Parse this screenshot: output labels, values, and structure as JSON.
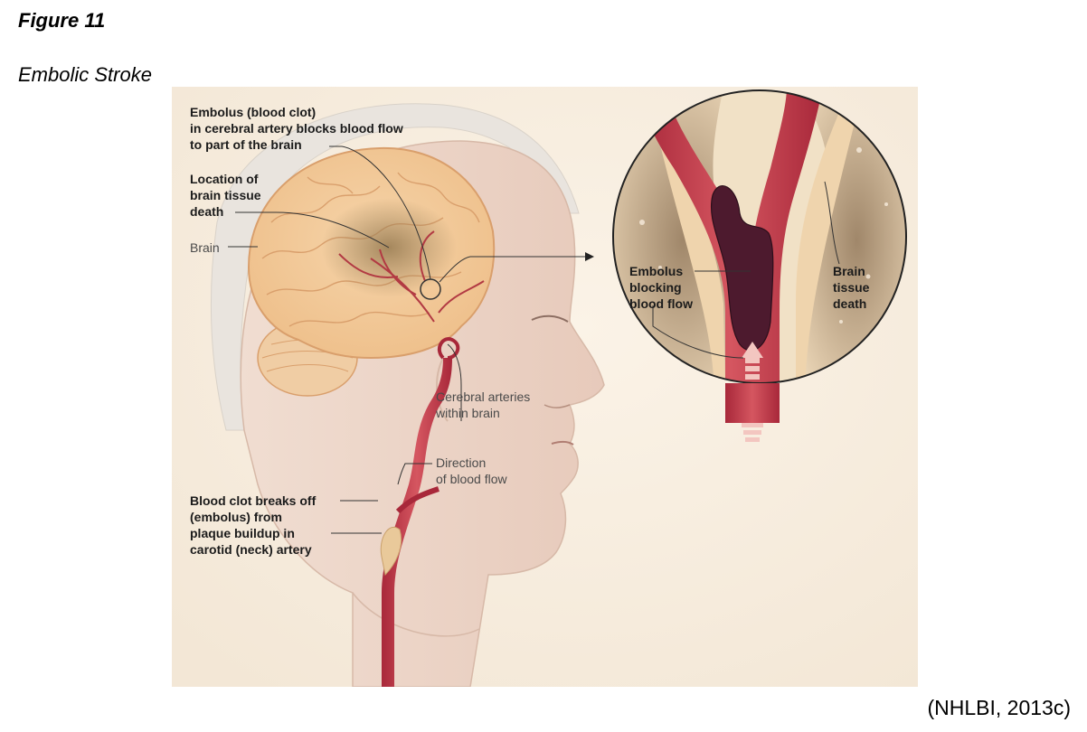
{
  "figure": {
    "number": "Figure 11",
    "title": "Embolic Stroke",
    "credit": "(NHLBI, 2013c)"
  },
  "labels": {
    "embolus_line1": "Embolus (blood clot)",
    "embolus_line2": "in cerebral artery blocks blood flow",
    "embolus_line3": "to part of the brain",
    "location_line1": "Location of",
    "location_line2": "brain tissue",
    "location_line3": "death",
    "brain": "Brain",
    "cerebral_line1": "Cerebral arteries",
    "cerebral_line2": "within brain",
    "direction_line1": "Direction",
    "direction_line2": "of blood flow",
    "clot_line1": "Blood clot breaks off",
    "clot_line2": "(embolus) from",
    "clot_line3": "plaque buildup in",
    "clot_line4": "carotid (neck) artery",
    "inset_embolus_line1": "Embolus",
    "inset_embolus_line2": "blocking",
    "inset_embolus_line3": "blood flow",
    "inset_tissue_line1": "Brain",
    "inset_tissue_line2": "tissue",
    "inset_tissue_line3": "death"
  }
}
